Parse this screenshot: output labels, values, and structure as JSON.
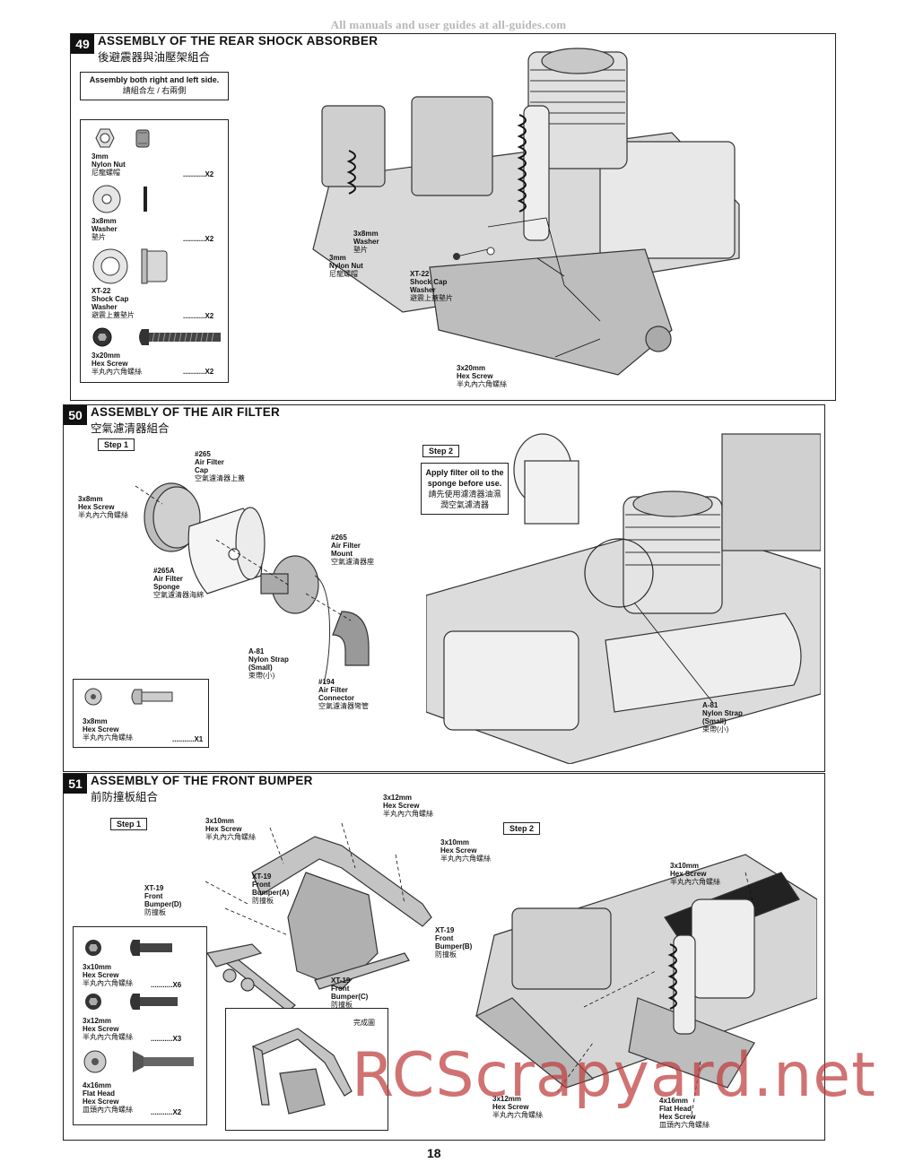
{
  "header": {
    "source_note": "All manuals and user guides at all-guides.com"
  },
  "sections": [
    {
      "number": "49",
      "title": "ASSEMBLY OF THE REAR SHOCK ABSORBER",
      "subtitle": "後避震器與油壓架組合",
      "note": {
        "en": "Assembly both right and left side.",
        "cn": "請組合左 / 右兩側"
      },
      "parts": [
        {
          "size": "3mm",
          "name": "Nylon Nut",
          "cn": "尼龍螺帽",
          "qty": "X2",
          "icon": "nylon-nut-icon"
        },
        {
          "size": "3x8mm",
          "name": "Washer",
          "cn": "墊片",
          "qty": "X2",
          "icon": "washer-icon"
        },
        {
          "size": "XT-22",
          "name": "Shock Cap Washer",
          "name_line1": "Shock Cap",
          "name_line2": "Washer",
          "cn": "避震上蓋墊片",
          "qty": "X2",
          "icon": "shock-cap-washer-icon"
        },
        {
          "size": "3x20mm",
          "name": "Hex Screw",
          "cn": "半丸內六角螺絲",
          "qty": "X2",
          "icon": "hex-screw-icon"
        }
      ],
      "callouts": [
        {
          "lines": [
            "3x8mm",
            "Washer"
          ],
          "cn": "墊片"
        },
        {
          "lines": [
            "3mm",
            "Nylon Nut"
          ],
          "cn": "尼龍螺帽"
        },
        {
          "lines": [
            "XT-22",
            "Shock Cap",
            "Washer"
          ],
          "cn": "避震上蓋墊片"
        },
        {
          "lines": [
            "3x20mm",
            "Hex Screw"
          ],
          "cn": "半丸內六角螺絲"
        }
      ]
    },
    {
      "number": "50",
      "title": "ASSEMBLY OF THE AIR FILTER",
      "subtitle": "空氣濾清器組合",
      "step1": "Step 1",
      "step2": "Step 2",
      "note": {
        "en": "Apply filter oil to the sponge before use.",
        "en_line1": "Apply filter oil to the",
        "en_line2": "sponge before use.",
        "cn_line1": "請先使用濾清器油濕",
        "cn_line2": "潤空氣濾清器"
      },
      "parts": [
        {
          "size": "3x8mm",
          "name": "Hex Screw",
          "cn": "半丸內六角螺絲",
          "qty": "X1",
          "icon": "hex-screw-icon"
        }
      ],
      "callouts": [
        {
          "lines": [
            "#265",
            "Air Filter",
            "Cap"
          ],
          "cn": "空氣濾清器上蓋"
        },
        {
          "lines": [
            "3x8mm",
            "Hex Screw"
          ],
          "cn": "半丸內六角螺絲"
        },
        {
          "lines": [
            "#265",
            "Air Filter",
            "Mount"
          ],
          "cn": "空氣濾清器座"
        },
        {
          "lines": [
            "#265A",
            "Air Filter",
            "Sponge"
          ],
          "cn": "空氣濾清器海綿"
        },
        {
          "lines": [
            "A-81",
            "Nylon Strap",
            "(Small)"
          ],
          "cn": "束帶(小)"
        },
        {
          "lines": [
            "#194",
            "Air Filter",
            "Connector"
          ],
          "cn": "空氣濾清器彎管"
        },
        {
          "lines": [
            "A-81",
            "Nylon Strap",
            "(Small)"
          ],
          "cn": "束帶(小)"
        }
      ]
    },
    {
      "number": "51",
      "title": "ASSEMBLY OF THE FRONT BUMPER",
      "subtitle": "前防撞板組合",
      "step1": "Step 1",
      "step2": "Step 2",
      "complete_label": "完成圖",
      "parts": [
        {
          "size": "3x10mm",
          "name": "Hex Screw",
          "cn": "半丸內六角螺絲",
          "qty": "X6",
          "icon": "hex-screw-icon"
        },
        {
          "size": "3x12mm",
          "name": "Hex Screw",
          "cn": "半丸內六角螺絲",
          "qty": "X3",
          "icon": "hex-screw-icon"
        },
        {
          "size": "4x16mm",
          "name": "Flat Head Hex Screw",
          "name_line1": "Flat Head",
          "name_line2": "Hex Screw",
          "cn": "皿頭內六角螺絲",
          "qty": "X2",
          "icon": "flat-head-screw-icon"
        }
      ],
      "callouts": [
        {
          "lines": [
            "3x12mm",
            "Hex Screw"
          ],
          "cn": "半丸內六角螺絲"
        },
        {
          "lines": [
            "3x10mm",
            "Hex Screw"
          ],
          "cn": "半丸內六角螺絲"
        },
        {
          "lines": [
            "3x10mm",
            "Hex Screw"
          ],
          "cn": "半丸內六角螺絲"
        },
        {
          "lines": [
            "XT-19",
            "Front",
            "Bumper(A)"
          ],
          "cn": "防撞板"
        },
        {
          "lines": [
            "XT-19",
            "Front",
            "Bumper(D)"
          ],
          "cn": "防撞板"
        },
        {
          "lines": [
            "XT-19",
            "Front",
            "Bumper(B)"
          ],
          "cn": "防撞板"
        },
        {
          "lines": [
            "XT-19",
            "Front",
            "Bumper(C)"
          ],
          "cn": "防撞板"
        },
        {
          "lines": [
            "3x10mm",
            "Hex Screw"
          ],
          "cn": "半丸內六角螺絲"
        },
        {
          "lines": [
            "3x12mm",
            "Hex Screw"
          ],
          "cn": "半丸內六角螺絲"
        },
        {
          "lines": [
            "4x16mm",
            "Flat Head",
            "Hex Screw"
          ],
          "cn": "皿頭內六角螺絲"
        }
      ]
    }
  ],
  "watermark": "RCScrapyard.net",
  "page_number": "18",
  "dots": "..........."
}
